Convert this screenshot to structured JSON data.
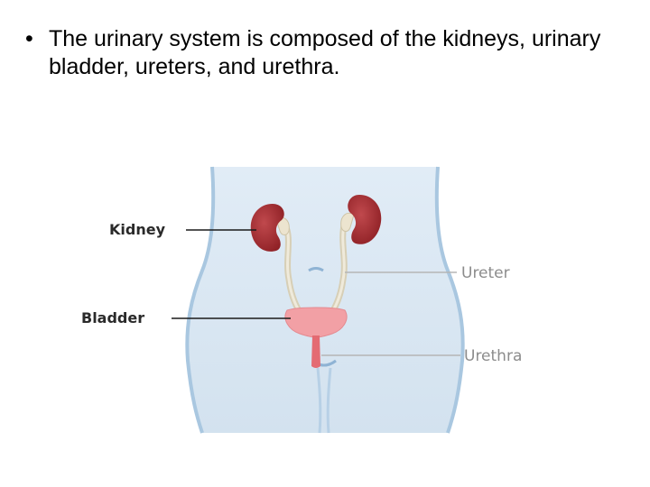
{
  "slide": {
    "bullet_glyph": "•",
    "bullet_text": "The urinary system is composed of the kidneys, urinary bladder, ureters, and urethra."
  },
  "figure": {
    "labels": {
      "kidney": "Kidney",
      "bladder": "Bladder",
      "ureter": "Ureter",
      "urethra": "Urethra"
    },
    "colors": {
      "body_fill": "#dde9f4",
      "body_outline": "#9fbfdc",
      "kidney": "#a52a2a",
      "ureter": "#e6e0cc",
      "bladder": "#f2a0a5",
      "leader_line_dark": "#1a1a1a",
      "leader_line_light": "#b5b5b5",
      "label_dark": "#2a2a2a",
      "label_light": "#8c8c8c"
    }
  }
}
